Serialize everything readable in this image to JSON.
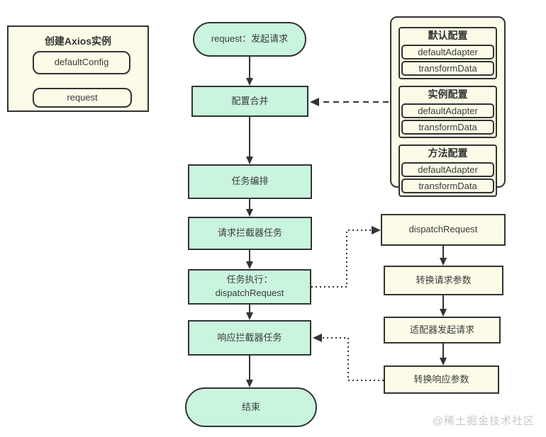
{
  "colors": {
    "mint": "#c9f4dd",
    "cream": "#fbfbe7",
    "border": "#333333",
    "text": "#3c3c3c",
    "watermark": "#c9c9c9"
  },
  "left_panel": {
    "title": "创建Axios实例",
    "items": [
      "defaultConfig",
      "request"
    ]
  },
  "flow": {
    "start": "request：发起请求",
    "steps": [
      "配置合并",
      "任务编排",
      "请求拦截器任务"
    ],
    "execute_line1": "任务执行：",
    "execute_line2": "dispatchRequest",
    "response_step": "响应拦截器任务",
    "end": "结束"
  },
  "config_panel": {
    "groups": [
      {
        "title": "默认配置",
        "items": [
          "defaultAdapter",
          "transformData"
        ]
      },
      {
        "title": "实例配置",
        "items": [
          "defaultAdapter",
          "transformData"
        ]
      },
      {
        "title": "方法配置",
        "items": [
          "defaultAdapter",
          "transformData"
        ]
      }
    ]
  },
  "dispatch_flow": [
    "dispatchRequest",
    "转换请求参数",
    "适配器发起请求",
    "转换响应参数"
  ],
  "watermark": "@稀土掘金技术社区"
}
